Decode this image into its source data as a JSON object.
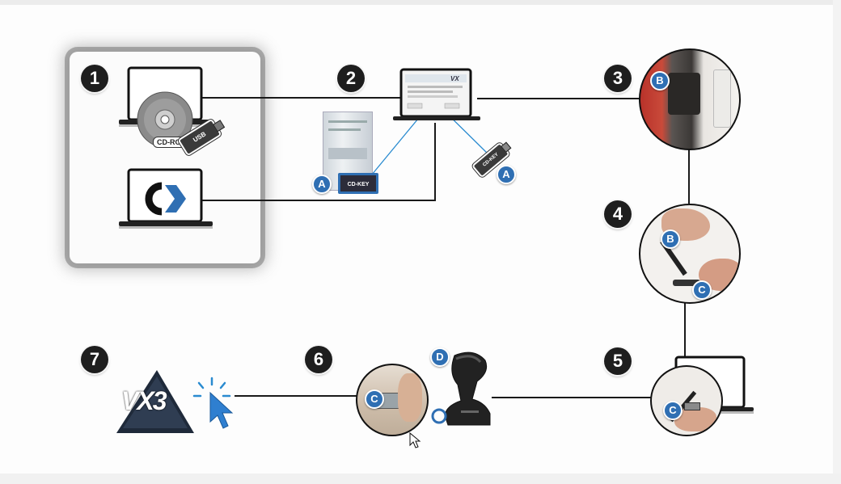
{
  "steps": {
    "step1": "1",
    "step2": "2",
    "step3": "3",
    "step4": "4",
    "step5": "5",
    "step6": "6",
    "step7": "7"
  },
  "markers": {
    "a_left": "A",
    "a_right": "A",
    "b_step3": "B",
    "b_step4": "B",
    "c_step4": "C",
    "c_step5": "C",
    "c_step6": "C",
    "d_scanner": "D"
  },
  "labels": {
    "cd_rom": "CD-ROM",
    "usb": "USB",
    "cd_key_box": "CD-KEY",
    "cd_key_stick": "CD-KEY",
    "screen_logo": "VX",
    "vx3_logo": "VX3"
  },
  "colors": {
    "accent_blue": "#2f6fb3",
    "badge_dark": "#1e1e1e",
    "line": "#1a1a1a",
    "link_blue": "#2a8bd0"
  },
  "icons": [
    "laptop-icon",
    "cd-rom-icon",
    "usb-stick-icon",
    "creaform-logo-icon",
    "box-icon",
    "usb-key-icon",
    "power-plug-photo",
    "cable-photo",
    "scanner-icon",
    "cursor-click-icon",
    "vx3-logo-icon"
  ]
}
